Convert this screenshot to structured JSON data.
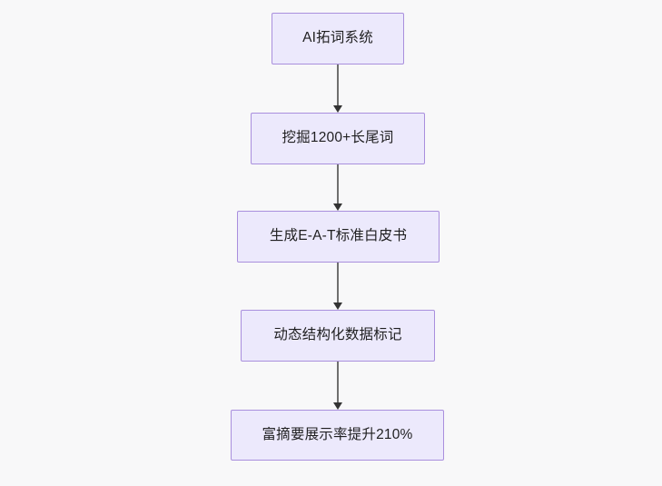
{
  "diagram": {
    "type": "flowchart",
    "direction": "top-to-bottom",
    "background_color": "#f8f8f9",
    "node_fill_color": "#ece9fc",
    "node_border_color": "#a98fdd",
    "node_text_color": "#1f1f20",
    "edge_line_color": "#6f6f6f",
    "edge_arrow_color": "#333333",
    "nodes": [
      {
        "id": "n1",
        "label": "AI拓词系统"
      },
      {
        "id": "n2",
        "label": "挖掘1200+长尾词"
      },
      {
        "id": "n3",
        "label": "生成E-A-T标准白皮书"
      },
      {
        "id": "n4",
        "label": "动态结构化数据标记"
      },
      {
        "id": "n5",
        "label": "富摘要展示率提升210%"
      }
    ],
    "edges": [
      {
        "from": "n1",
        "to": "n2"
      },
      {
        "from": "n2",
        "to": "n3"
      },
      {
        "from": "n3",
        "to": "n4"
      },
      {
        "from": "n4",
        "to": "n5"
      }
    ]
  }
}
